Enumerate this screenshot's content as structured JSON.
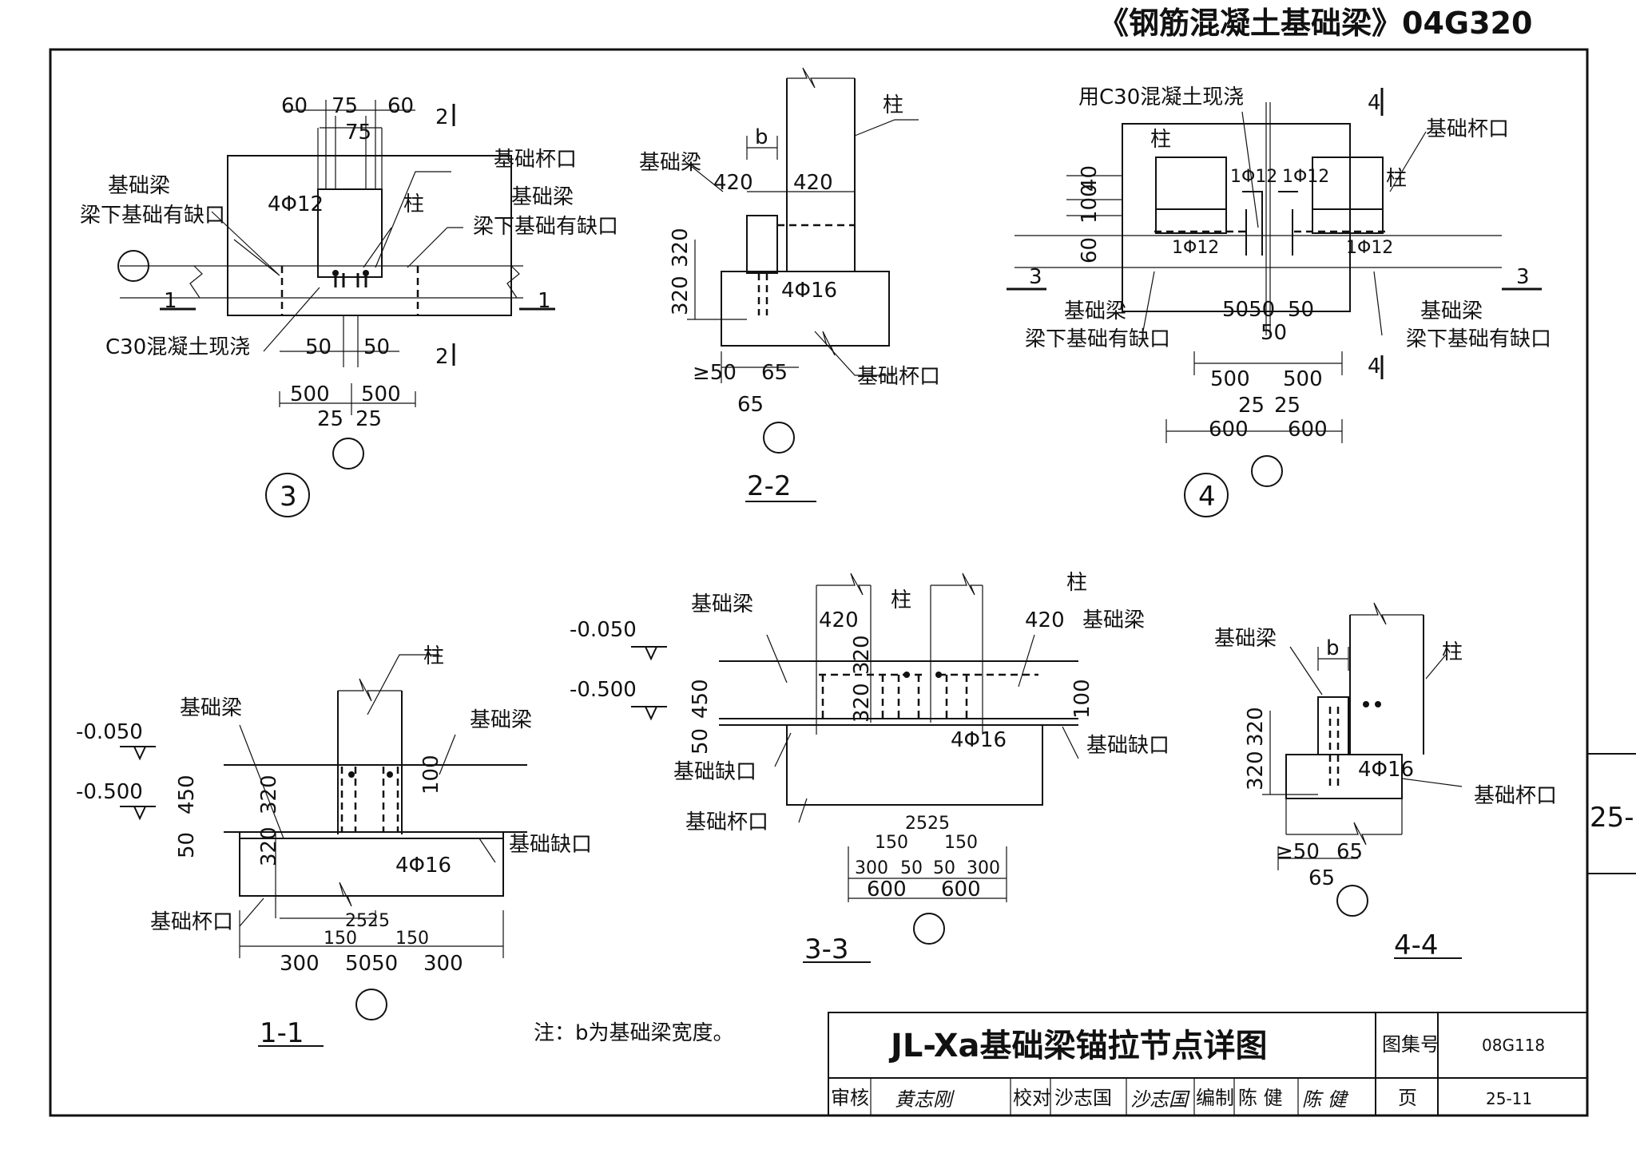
{
  "header": {
    "title": "《钢筋混凝土基础梁》04G320"
  },
  "side_tab": {
    "label": "25-"
  },
  "note": "注：b为基础梁宽度。",
  "title_block": {
    "title": "JL-Xa基础梁锚拉节点详图",
    "atlas_label": "图集号",
    "atlas_no": "08G118",
    "review_label": "审核",
    "review_name": "黄志刚",
    "check_label": "校对",
    "check_name": "沙志国",
    "design_label": "编制",
    "design_name": "陈 健",
    "page_label": "页",
    "page_no": "25-11"
  },
  "detail3": {
    "id": "3",
    "dims_top": [
      "60",
      "75",
      "60",
      "75"
    ],
    "dims_bottom": [
      "50",
      "50",
      "500",
      "500",
      "25",
      "25"
    ],
    "labels": {
      "beam_left": "基础梁",
      "notch_left": "梁下基础有缺口",
      "rebar": "4Φ12",
      "column": "柱",
      "cup": "基础杯口",
      "beam_right": "基础梁",
      "notch_right": "梁下基础有缺口",
      "concrete": "C30混凝土现浇"
    },
    "sections": [
      "1",
      "1",
      "2",
      "2"
    ]
  },
  "section22": {
    "id": "2-2",
    "labels": {
      "column": "柱",
      "b": "b",
      "beam": "基础梁",
      "d420a": "420",
      "d420b": "420",
      "d320a": "320",
      "d320b": "320",
      "rebar": "4Φ16",
      "ge50": "≥50",
      "d65a": "65",
      "d65b": "65",
      "cup": "基础杯口"
    }
  },
  "detail4": {
    "id": "4",
    "labels": {
      "concrete": "用C30混凝土现浇",
      "column_l": "柱",
      "cup": "基础杯口",
      "column_r": "柱",
      "d40": "40",
      "d100": "100",
      "d60": "60",
      "r1": "1Φ12",
      "r2": "1Φ12",
      "r3": "1Φ12",
      "r4": "1Φ12",
      "beam_l": "基础梁",
      "notch_l": "梁下基础有缺口",
      "beam_r": "基础梁",
      "notch_r": "梁下基础有缺口",
      "d5050": "5050",
      "d50a": "50",
      "d50b": "50",
      "d500a": "500",
      "d500b": "500",
      "d25a": "25",
      "d25b": "25",
      "d600a": "600",
      "d600b": "600"
    },
    "sections": [
      "3",
      "3",
      "4",
      "4"
    ]
  },
  "section11": {
    "id": "1-1",
    "labels": {
      "column": "柱",
      "beam_l": "基础梁",
      "beam_r": "基础梁",
      "lv1": "-0.050",
      "lv2": "-0.500",
      "d450": "450",
      "d320": "320",
      "d320b": "320",
      "d50": "50",
      "d100": "100",
      "rebar": "4Φ16",
      "notch": "基础缺口",
      "cup": "基础杯口",
      "d2525": "2525",
      "d150a": "150",
      "d150b": "150",
      "d300a": "300",
      "d5050": "5050",
      "d300b": "300"
    }
  },
  "section33": {
    "id": "3-3",
    "labels": {
      "lv1": "-0.050",
      "lv2": "-0.500",
      "beam_l": "基础梁",
      "d420a": "420",
      "col_l": "柱",
      "col_r": "柱",
      "d420b": "420",
      "beam_r": "基础梁",
      "d450": "450",
      "d320": "320",
      "d320b": "320",
      "d100": "100",
      "d50": "50",
      "rebar": "4Φ16",
      "notch_l": "基础缺口",
      "notch_r": "基础缺口",
      "cup": "基础杯口",
      "d2525": "2525",
      "d150a": "150",
      "d150b": "150",
      "d300a": "300",
      "d50a": "50",
      "d50b": "50",
      "d300b": "300",
      "d600a": "600",
      "d600b": "600"
    }
  },
  "section44": {
    "id": "4-4",
    "labels": {
      "beam": "基础梁",
      "b": "b",
      "column": "柱",
      "d320a": "320",
      "d320b": "320",
      "rebar": "4Φ16",
      "cup": "基础杯口",
      "ge50": "≥50",
      "d65a": "65",
      "d65b": "65"
    }
  }
}
